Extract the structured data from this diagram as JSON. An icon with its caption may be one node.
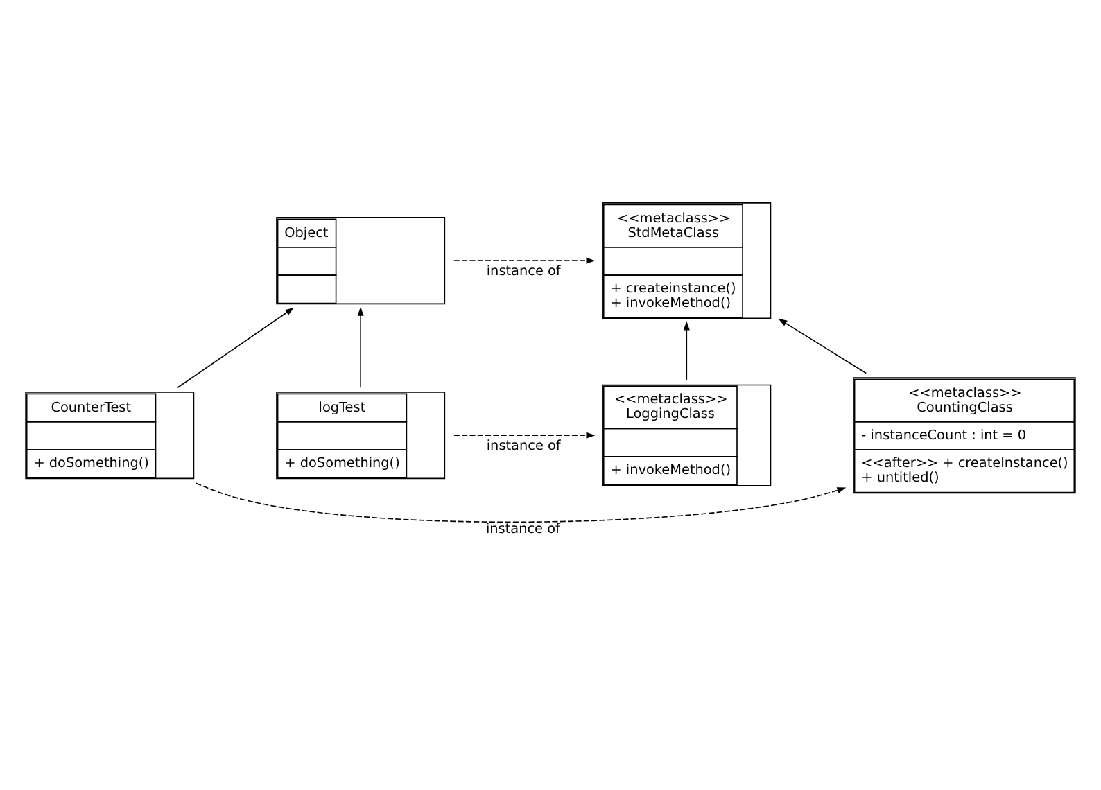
{
  "diagram": {
    "nodes": [
      {
        "text": [
          "<<metaclass>>",
          "StdMetaClass",
          "+ createinstance()",
          "+ invokeMethod()"
        ]
      },
      {
        "text": [
          "Object"
        ]
      },
      {
        "text": [
          "<<metaclass>>",
          "LoggingClass",
          "+ invokeMethod()"
        ]
      },
      {
        "text": [
          "logTest",
          "+ doSomething()"
        ]
      },
      {
        "text": [
          "<<metaclass>>",
          "CountingClass",
          "- instanceCount : int = 0",
          "<<after>> + createInstance()",
          "+ untitled()"
        ]
      },
      {
        "text": [
          "CounterTest",
          "+ doSomething()"
        ]
      }
    ],
    "edges": [
      {
        "from": 1,
        "to": 0,
        "arrow": "to",
        "label": "instance of",
        "style": "dashed"
      },
      {
        "from": 2,
        "to": 0,
        "arrow": "to"
      },
      {
        "from": 4,
        "to": 0,
        "arrow": "to"
      },
      {
        "from": 3,
        "to": 1,
        "arrow": "to"
      },
      {
        "from": 5,
        "to": 1,
        "arrow": "to"
      },
      {
        "from": 3,
        "to": 2,
        "arrow": "to",
        "label": "instance of",
        "style": "dashed"
      },
      {
        "from": 5,
        "to": 4,
        "arrow": "to",
        "label": "instance of",
        "style": "dashed"
      }
    ]
  }
}
